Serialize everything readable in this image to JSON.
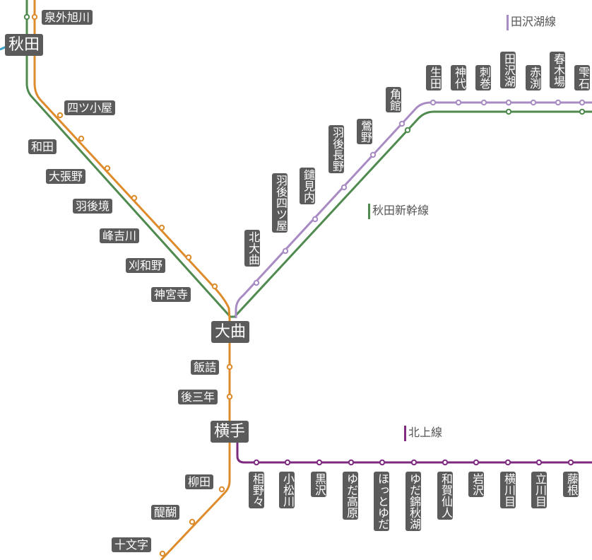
{
  "colors": {
    "ou_main_line": "#de8b2c",
    "shinkansen": "#4f8a4f",
    "tazawako_line": "#a98bc4",
    "kitakami_line": "#7e2a7e",
    "uetsu_line": "#3aa0c9",
    "label_bg": "#5b5b5b",
    "label_text": "#ffffff"
  },
  "legends": {
    "tazawako": "田沢湖線",
    "shinkansen": "秋田新幹線",
    "kitakami": "北上線"
  },
  "stations": {
    "izumi_sotoasahikawa": "泉外旭川",
    "akita": "秋田",
    "yotsugoya": "四ツ小屋",
    "wada": "和田",
    "obanoi": "大張野",
    "ugosakai": "羽後境",
    "minekoshi": "峰吉川",
    "kariwano": "刈和野",
    "jingūji": "神宮寺",
    "omagari": "大曲",
    "iizume": "飯詰",
    "gosannen": "後三年",
    "yokote": "横手",
    "yanagita": "柳田",
    "daigo": "醍醐",
    "jumonji": "十文字",
    "kita_omagari": "北大曲",
    "ugo_yotsuya": "羽後四ツ屋",
    "kagiuchi": "鑓見内",
    "ugo_nagano": "羽後長野",
    "sagino": "鶯野",
    "kakunodate": "角館",
    "ukita": "生田",
    "jindai": "神代",
    "sashimaki": "刺巻",
    "tazawako": "田沢湖",
    "akabuchi": "赤渕",
    "harukiba": "春木場",
    "shizukuishi": "雫石",
    "ainono": "相野々",
    "komatsugawa": "小松川",
    "kurosawa": "黒沢",
    "yuda_kogen": "ゆだ高原",
    "hotto_yuda": "ほっとゆだ",
    "yuda_nishikiaki": "ゆだ錦秋湖",
    "waga_sennin": "和賀仙人",
    "iwasawa": "岩沢",
    "yokokawame": "横川目",
    "tatsukawame": "立川目",
    "fujine": "藤根"
  }
}
